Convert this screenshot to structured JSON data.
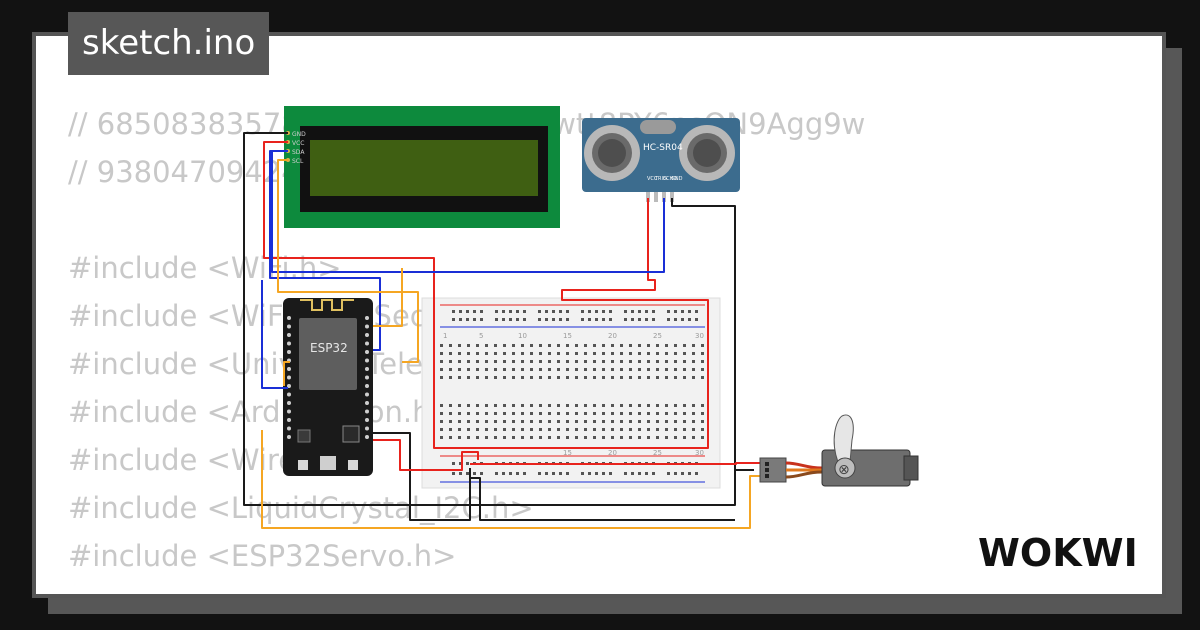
{
  "header": {
    "title": "sketch.ino"
  },
  "code_lines": [
    "// 68508383578750566-wmFT-A0wtt8PY6nsON9Agg9w",
    "// 93804709424...",
    "",
    "#include <WiFi.h>",
    "#include <WiFiClientSecure.h>",
    "#include <UniversalTelegramBot.h>",
    "#include <ArduinoJson.h>",
    "#include <Wire.h>",
    "#include <LiquidCrystal_I2C.h>",
    "#include <ESP32Servo.h>"
  ],
  "esp32": {
    "label": "ESP32"
  },
  "ultrasonic": {
    "label": "HC-SR04",
    "pins": [
      "VCC",
      "TRIG",
      "ECHO",
      "GND"
    ]
  },
  "lcd": {
    "pins": [
      "GND",
      "VCC",
      "SDA",
      "SCL"
    ]
  },
  "breadboard": {
    "numbers": [
      "1",
      "5",
      "10",
      "15",
      "20",
      "25",
      "30"
    ]
  },
  "brand": {
    "logo": "WOKWI"
  },
  "colors": {
    "accent_red": "#e8231d",
    "accent_blue": "#1a2fd6",
    "accent_orange": "#f5a623",
    "lcd_green": "#0d8a3d",
    "sensor_blue": "#3c6c8e"
  }
}
